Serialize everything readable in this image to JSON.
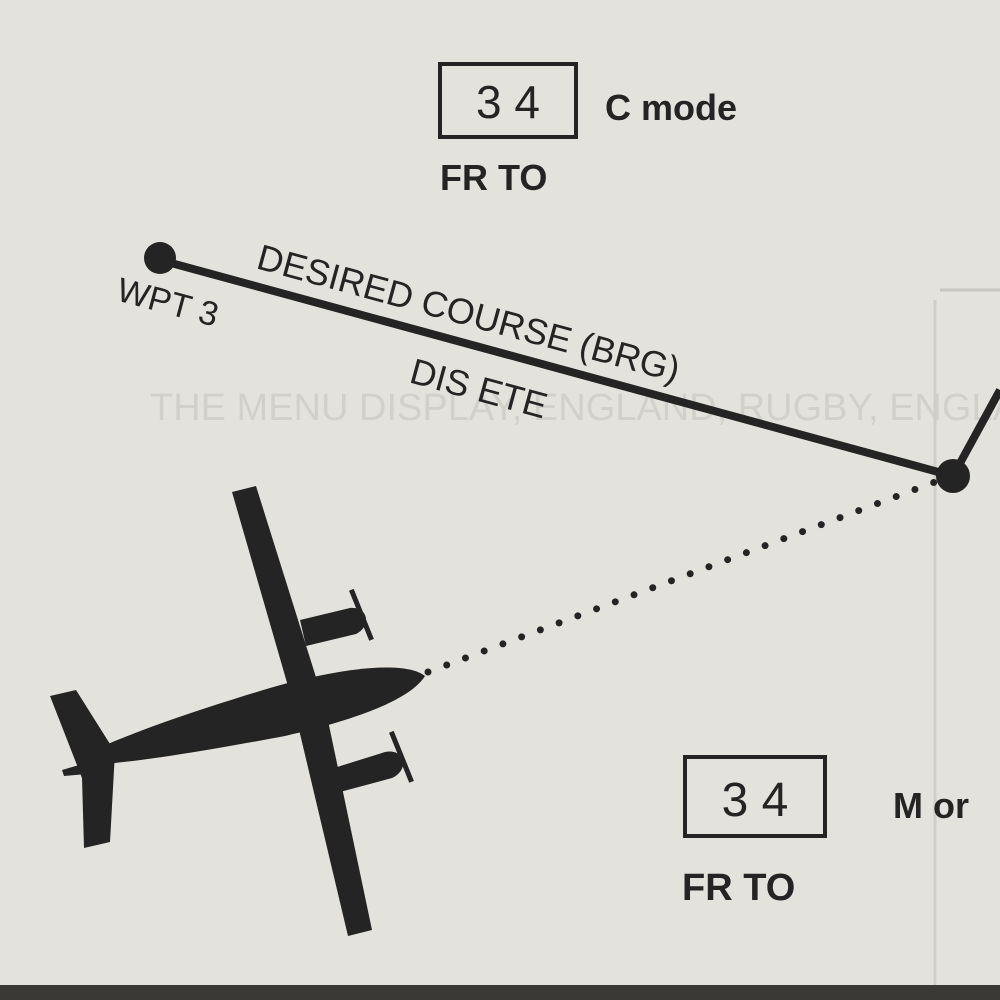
{
  "display_top": {
    "digits": "3 4",
    "mode_label": "C mode",
    "fr_to": "FR TO"
  },
  "display_bottom": {
    "digits": "3 4",
    "mode_label": "M or",
    "fr_to": "FR TO"
  },
  "waypoint": {
    "label": "WPT 3"
  },
  "course": {
    "label": "DESIRED COURSE (BRG)",
    "sublabel": "DIS ETE"
  },
  "colors": {
    "ink": "#242424",
    "paper": "#e4e2dd",
    "bleed_text": "#c4c2bd"
  },
  "icons": {
    "aircraft": "twin-engine-airplane-icon",
    "waypoint": "waypoint-dot-icon"
  },
  "bleed_through": {
    "text": "THE MENU DISPLAY, ENGLAND, RUGBY, ENGLAND"
  }
}
